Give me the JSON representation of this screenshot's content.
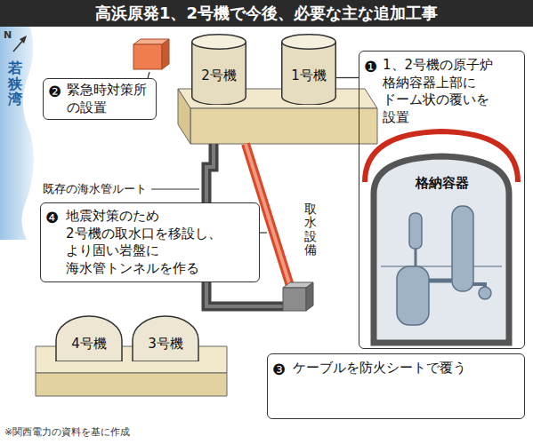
{
  "diagram": {
    "title": "高浜原発1、2号機で今後、必要な主な追加工事",
    "nodes": [
      {
        "text": [
          "2号機"
        ]
      },
      {
        "text": [
          "1号機"
        ]
      },
      {
        "text": [
          "❶",
          "1、2号機の原子炉 格納容器上部に ドーム状の覆いを 設置"
        ]
      },
      {
        "text": [
          "格納容器"
        ],
        "in": 2
      },
      {
        "text": [
          "❷",
          "緊急時対策所 の設置"
        ]
      },
      {
        "text": [
          "❹",
          "地震対策のため 2号機の取水口を移設し、 より固い岩盤に 海水管トンネルを作る"
        ]
      },
      {
        "text": [
          "❸",
          "ケーブルを防火シートで覆う"
        ]
      },
      {
        "text": [
          "4号機"
        ]
      },
      {
        "text": [
          "3号機"
        ]
      }
    ],
    "edges": [
      {
        "from": 2,
        "to": 1,
        "arrow": "none"
      }
    ],
    "labels": [
      "N",
      "若狭湾",
      "既存の海水管ルート",
      "取水設備",
      "※関西電力の資料を基に作成"
    ]
  }
}
